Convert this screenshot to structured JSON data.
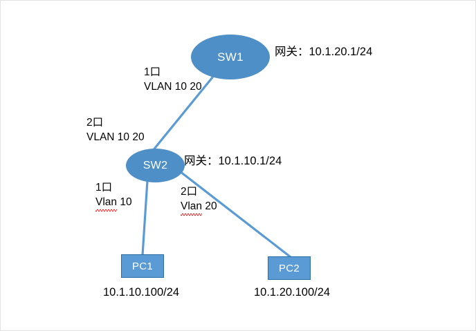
{
  "diagram": {
    "title": "VLAN network topology",
    "colors": {
      "node_fill": "#4E8FC7",
      "rect_fill": "#5B9BD5",
      "rect_border": "#2E6DA4",
      "link": "#5B9BD5",
      "text": "#000000",
      "node_text": "#ffffff",
      "spellcheck": "#ff0000"
    },
    "nodes": {
      "sw1": {
        "label": "SW1"
      },
      "sw2": {
        "label": "SW2"
      },
      "pc1": {
        "label": "PC1"
      },
      "pc2": {
        "label": "PC2"
      }
    },
    "labels": {
      "sw1_gateway": "网关：10.1.20.1/24",
      "sw2_gateway": "网关：10.1.10.1/24",
      "sw1_port_line1": "1口",
      "sw1_port_line2": "VLAN 10 20",
      "sw2_uplink_port_line1": "2口",
      "sw2_uplink_port_line2": "VLAN 10 20",
      "sw2_port1_line1": "1口",
      "sw2_port1_line2_prefix": "Vlan",
      "sw2_port1_line2_suffix": " 10",
      "sw2_port2_line1": "2口",
      "sw2_port2_line2_prefix": "Vlan",
      "sw2_port2_line2_suffix": " 20",
      "pc1_ip": "10.1.10.100/24",
      "pc2_ip": "10.1.20.100/24"
    }
  }
}
